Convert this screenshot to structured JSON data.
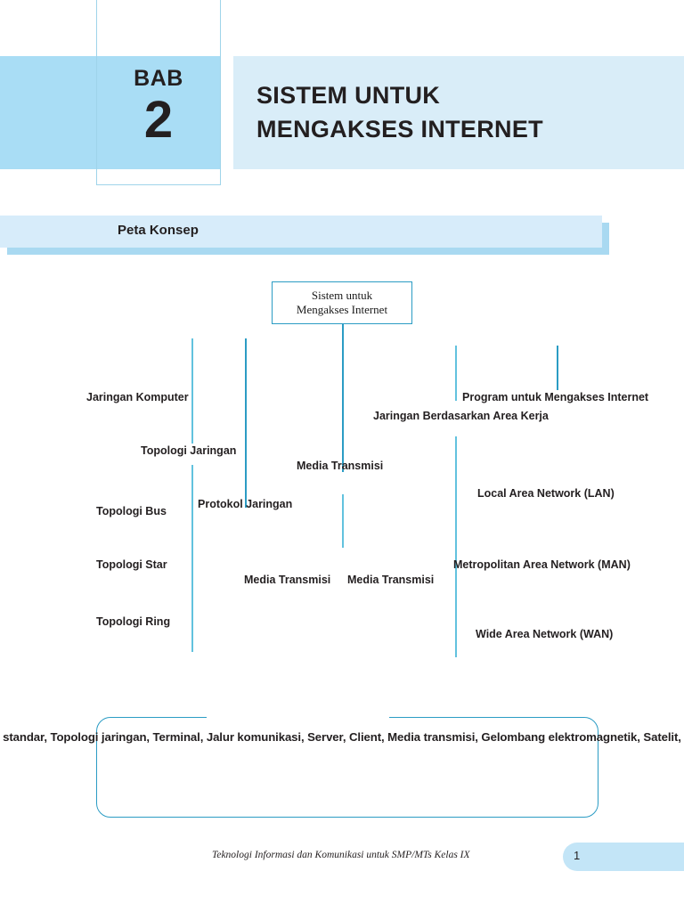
{
  "header": {
    "bab_label": "BAB",
    "bab_number": "2",
    "title_line1": "SISTEM UNTUK",
    "title_line2": "MENGAKSES INTERNET",
    "band_color": "#a9ddf5",
    "title_band_color": "#d9edf8"
  },
  "peta_konsep": {
    "label": "Peta Konsep",
    "fill_color": "#d7ecfa",
    "shadow_color": "#a9d9f1"
  },
  "concept_map": {
    "root": {
      "line1": "Sistem untuk",
      "line2": "Mengakses Internet"
    },
    "line_color": "#62c2de",
    "nodes": [
      {
        "label": "Jaringan Komputer"
      },
      {
        "label": "Program untuk Mengakses Internet"
      },
      {
        "label": "Jaringan Berdasarkan Area Kerja"
      },
      {
        "label": "Topologi Jaringan"
      },
      {
        "label": "Media Transmisi"
      },
      {
        "label": "Local Area Network (LAN)"
      },
      {
        "label": "Topologi Bus"
      },
      {
        "label": "Protokol Jaringan"
      },
      {
        "label": "Topologi Star"
      },
      {
        "label": "Media Transmisi"
      },
      {
        "label": "Media Transmisi"
      },
      {
        "label": "Metropolitan Area Network (MAN)"
      },
      {
        "label": "Topologi Ring"
      },
      {
        "label": "Wide Area Network (WAN)"
      }
    ]
  },
  "keywords": {
    "text": "standar, Topologi jaringan, Terminal, Jalur komunikasi, Server, Client, Media transmisi, Gelombang elektromagnetik, Satelit,",
    "border_color": "#2b9cc4"
  },
  "footer": {
    "caption": "Teknologi Informasi dan Komunikasi untuk SMP/MTs Kelas IX",
    "page_number": "1",
    "pill_color": "#c3e5f7"
  }
}
